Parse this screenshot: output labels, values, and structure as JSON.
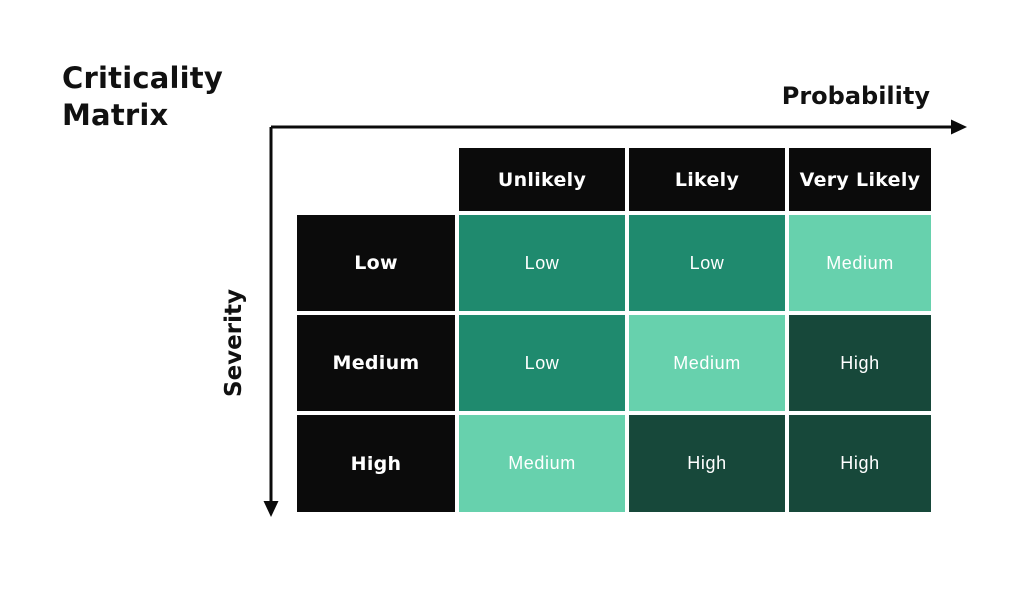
{
  "title": "Criticality Matrix",
  "axes": {
    "x_label": "Probability",
    "y_label": "Severity"
  },
  "matrix": {
    "col_headers": [
      "Unlikely",
      "Likely",
      "Very Likely"
    ],
    "row_headers": [
      "Low",
      "Medium",
      "High"
    ],
    "cells": [
      [
        "Low",
        "Low",
        "Medium"
      ],
      [
        "Low",
        "Medium",
        "High"
      ],
      [
        "Medium",
        "High",
        "High"
      ]
    ]
  },
  "colors": {
    "black": "#0b0b0b",
    "low": "#1f8a6e",
    "medium": "#67d1ad",
    "high": "#17483a",
    "text_on_fill": "#ffffff"
  }
}
